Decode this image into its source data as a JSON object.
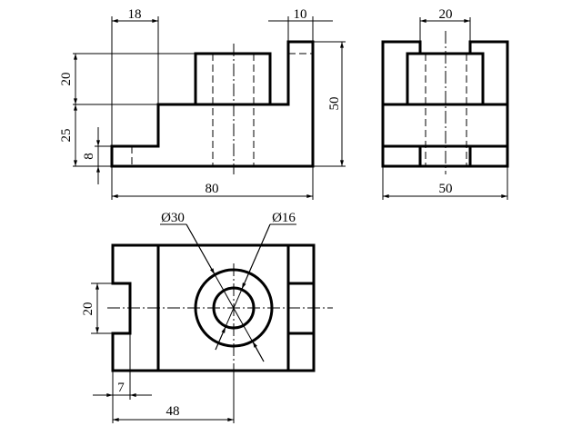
{
  "front_view": {
    "dims": {
      "width_top_step": "18",
      "post_width": "10",
      "boss_height": "20",
      "step_height": "25",
      "base_height": "8",
      "total_height": "50",
      "total_length": "80"
    }
  },
  "side_view": {
    "dims": {
      "slot_width": "20",
      "total_width": "50"
    }
  },
  "top_view": {
    "dims": {
      "notch_width": "20",
      "notch_depth": "7",
      "hole_position": "48",
      "outer_diameter": "Ø30",
      "inner_diameter": "Ø16"
    }
  }
}
